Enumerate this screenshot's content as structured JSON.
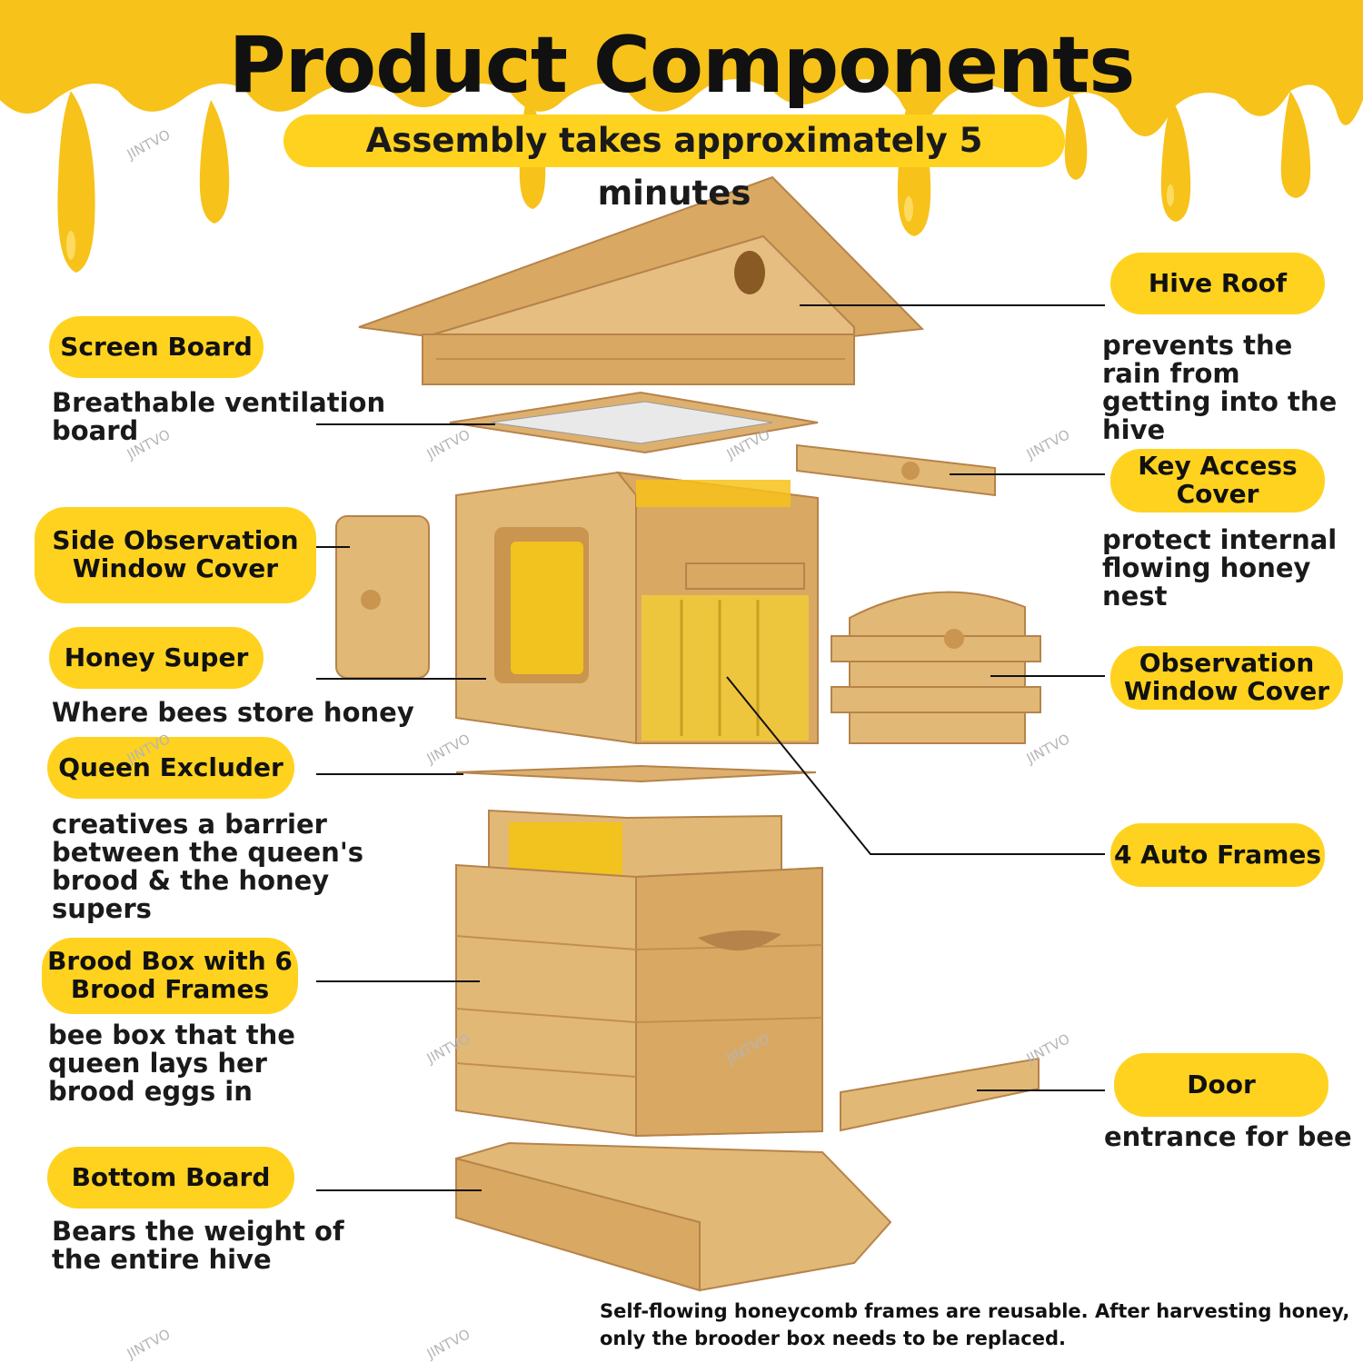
{
  "title": "Product Components",
  "subtitle": "Assembly takes approximately 5 minutes",
  "colors": {
    "accent": "#FFD21F",
    "honey": "#F7C21A",
    "wood": "#E2B877",
    "wood_dark": "#C9954F"
  },
  "left_labels": [
    {
      "name": "screen-board",
      "title": "Screen Board",
      "desc": "Breathable ventilation board"
    },
    {
      "name": "side-observation-window-cover",
      "title": "Side Observation Window Cover",
      "desc": ""
    },
    {
      "name": "honey-super",
      "title": "Honey Super",
      "desc": "Where bees store honey"
    },
    {
      "name": "queen-excluder",
      "title": "Queen Excluder",
      "desc": "creatives a barrier between the queen's brood & the honey supers"
    },
    {
      "name": "brood-box",
      "title": "Brood Box with 6 Brood Frames",
      "desc": "bee box that the queen lays her brood eggs in"
    },
    {
      "name": "bottom-board",
      "title": "Bottom Board",
      "desc": "Bears the weight of the entire hive"
    }
  ],
  "right_labels": [
    {
      "name": "hive-roof",
      "title": "Hive Roof",
      "desc": "prevents the rain from getting into the hive"
    },
    {
      "name": "key-access-cover",
      "title": "Key Access Cover",
      "desc": "protect internal flowing honey nest"
    },
    {
      "name": "observation-window-cover",
      "title": "Observation Window Cover",
      "desc": ""
    },
    {
      "name": "auto-frames",
      "title": "4 Auto Frames",
      "desc": ""
    },
    {
      "name": "door",
      "title": "Door",
      "desc": "entrance for bee"
    }
  ],
  "footnote": "Self-flowing honeycomb frames are reusable. After harvesting honey, only the brooder box needs to be replaced.",
  "watermark": "JINTVO"
}
